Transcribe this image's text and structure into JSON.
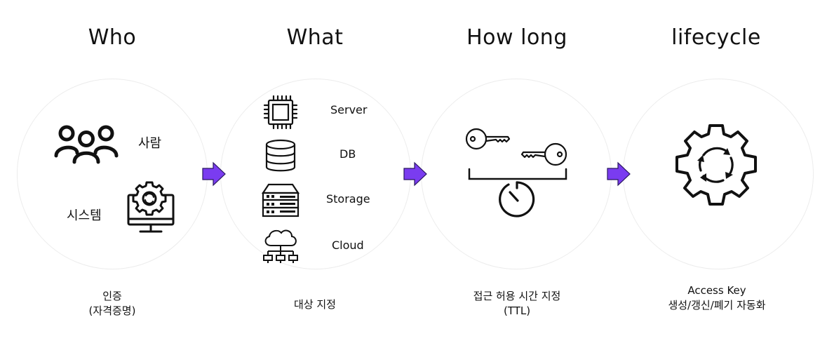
{
  "columns": [
    {
      "title": "Who",
      "caption_lines": [
        "인증",
        "(자격증명)"
      ],
      "items": [
        "사람",
        "시스템"
      ]
    },
    {
      "title": "What",
      "caption_lines": [
        "대상 지정"
      ],
      "items": [
        "Server",
        "DB",
        "Storage",
        "Cloud"
      ]
    },
    {
      "title": "How long",
      "caption_lines": [
        "접근 허용 시간 지정",
        "(TTL)"
      ]
    },
    {
      "title": "lifecycle",
      "caption_lines": [
        "Access Key",
        "생성/갱신/폐기 자동화"
      ]
    }
  ],
  "colors": {
    "arrow_fill": "#7a3cf0",
    "arrow_stroke": "#2a1760",
    "circle_border": "#ececec",
    "icon": "#111111"
  },
  "icons": [
    "people-icon",
    "monitor-gear-icon",
    "cpu-chip-icon",
    "database-icon",
    "server-rack-icon",
    "cloud-network-icon",
    "key-icon",
    "timer-icon",
    "gear-cycle-icon",
    "arrow-right-icon"
  ]
}
